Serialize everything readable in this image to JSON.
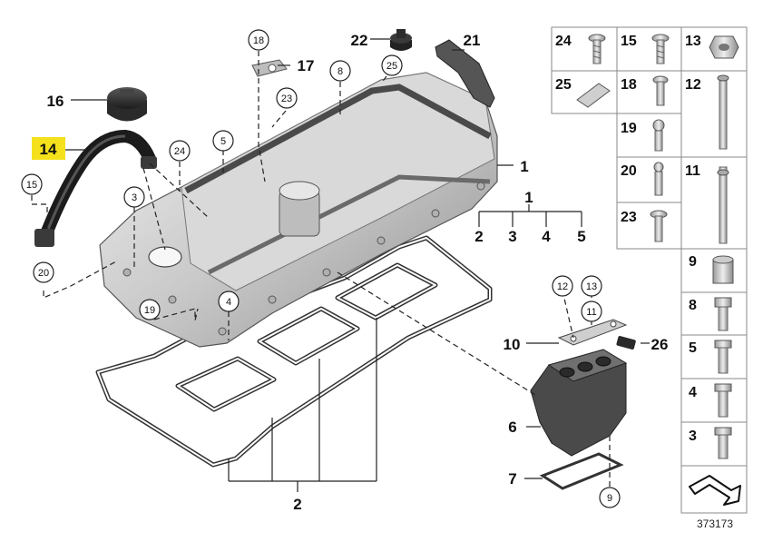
{
  "diagram_id": "373173",
  "highlight_color": "#f4e11b",
  "callouts": {
    "c1": "1",
    "c1b": "1",
    "c1_2": "2",
    "c1_3": "3",
    "c1_4": "4",
    "c1_5": "5",
    "c2": "2",
    "c6": "6",
    "c7": "7",
    "c10": "10",
    "c14": "14",
    "c16": "16",
    "c17": "17",
    "c21": "21",
    "c22": "22",
    "c26": "26"
  },
  "circled": {
    "r3": "3",
    "r4": "4",
    "r5": "5",
    "r8": "8",
    "r9": "9",
    "r11": "11",
    "r12": "12",
    "r13": "13",
    "r15": "15",
    "r18": "18",
    "r19": "19",
    "r20": "20",
    "r23": "23",
    "r24": "24",
    "r25": "25"
  },
  "grid": {
    "g24": "24",
    "g15": "15",
    "g13": "13",
    "g25": "25",
    "g18": "18",
    "g12": "12",
    "g19": "19",
    "g20": "20",
    "g11": "11",
    "g23": "23",
    "g9": "9",
    "g8": "8",
    "g5": "5",
    "g4": "4",
    "g3": "3"
  }
}
